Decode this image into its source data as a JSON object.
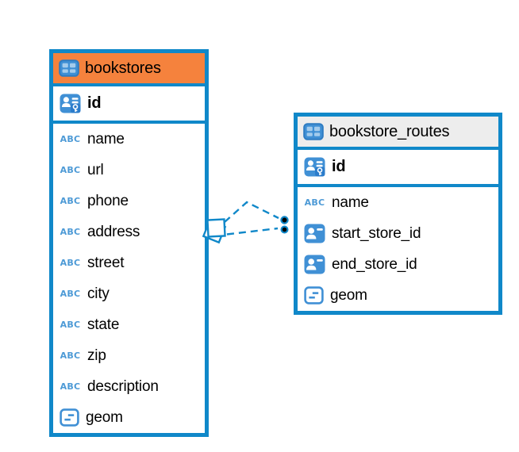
{
  "diagram": {
    "tables": [
      {
        "name": "bookstores",
        "header_style": "orange",
        "primary_key": {
          "name": "id",
          "icon": "primary-key"
        },
        "columns": [
          {
            "name": "name",
            "icon": "text"
          },
          {
            "name": "url",
            "icon": "text"
          },
          {
            "name": "phone",
            "icon": "text"
          },
          {
            "name": "address",
            "icon": "text"
          },
          {
            "name": "street",
            "icon": "text"
          },
          {
            "name": "city",
            "icon": "text"
          },
          {
            "name": "state",
            "icon": "text"
          },
          {
            "name": "zip",
            "icon": "text"
          },
          {
            "name": "description",
            "icon": "text"
          },
          {
            "name": "geom",
            "icon": "geometry"
          }
        ]
      },
      {
        "name": "bookstore_routes",
        "header_style": "gray",
        "primary_key": {
          "name": "id",
          "icon": "primary-key"
        },
        "columns": [
          {
            "name": "name",
            "icon": "text"
          },
          {
            "name": "start_store_id",
            "icon": "reference"
          },
          {
            "name": "end_store_id",
            "icon": "reference"
          },
          {
            "name": "geom",
            "icon": "geometry"
          }
        ]
      }
    ],
    "relationship": {
      "from_table": "bookstores",
      "to_table": "bookstore_routes",
      "line_style": "dashed",
      "link_count": 2,
      "from_marker": "stacked-diamonds",
      "to_marker": "two-dots"
    },
    "icons": {
      "text_type_label": "ABC"
    },
    "colors": {
      "accent_blue": "#1088C9",
      "icon_blue": "#4090D5",
      "orange_header": "#F5823D",
      "gray_header": "#EDEDED",
      "dot_fill": "#000000",
      "background": "#FFFFFF"
    }
  }
}
